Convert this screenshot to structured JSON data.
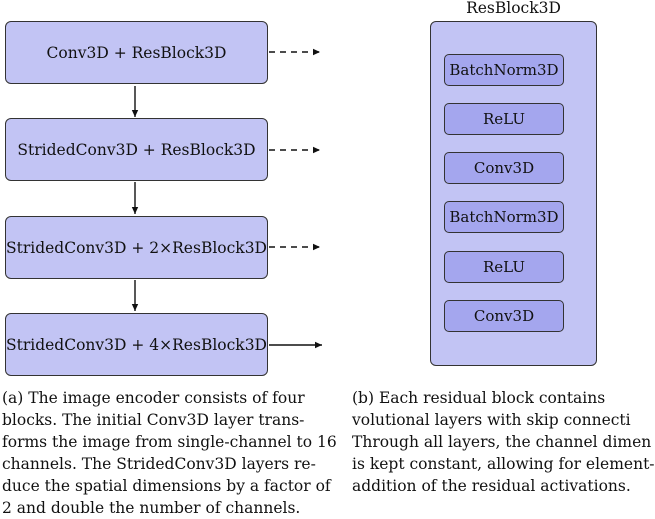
{
  "encoder": {
    "blocks": [
      "Conv3D + ResBlock3D",
      "StridedConv3D + ResBlock3D",
      "StridedConv3D + 2×ResBlock3D",
      "StridedConv3D + 4×ResBlock3D"
    ]
  },
  "resblock": {
    "title": "ResBlock3D",
    "layers": [
      "BatchNorm3D",
      "ReLU",
      "Conv3D",
      "BatchNorm3D",
      "ReLU",
      "Conv3D"
    ]
  },
  "captions": {
    "a": [
      "(a) The image encoder consists of four",
      "blocks. The initial Conv3D layer trans-",
      "forms the image from single-channel to 16",
      "channels. The StridedConv3D layers re-",
      "duce the spatial dimensions by a factor of",
      "2 and double the number of channels."
    ],
    "b": [
      "(b) Each residual block contains",
      "volutional layers with skip connecti",
      "Through all layers, the channel dimen",
      "is kept constant, allowing for element-",
      "addition of the residual activations."
    ]
  },
  "colors": {
    "box_fill": "#c2c4f4",
    "layer_fill": "#a4a6ee",
    "stroke": "#333333"
  }
}
